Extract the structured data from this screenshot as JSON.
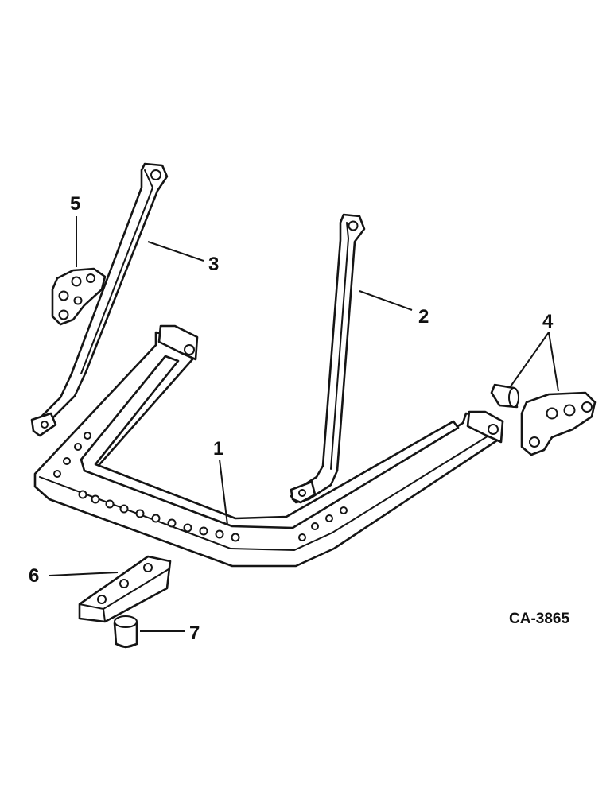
{
  "labels": {
    "part1": "1",
    "part2": "2",
    "part3": "3",
    "part4": "4",
    "part5": "5",
    "part6": "6",
    "part7": "7"
  },
  "drawing_code": "CA-3865",
  "colors": {
    "ink": "#151515",
    "paper": "#ffffff"
  }
}
